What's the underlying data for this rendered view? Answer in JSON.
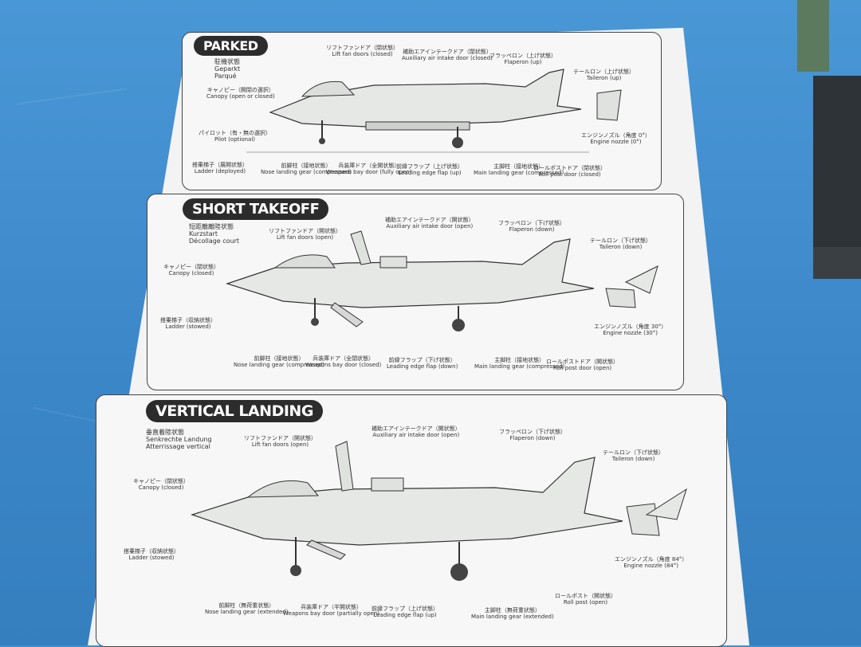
{
  "panels": [
    {
      "title": "PARKED",
      "sub": [
        "駐機状態",
        "Geparkt",
        "Parqué"
      ],
      "labels": [
        {
          "jp": "リフトファンドア（閉状態）",
          "en": "Lift fan doors (closed)"
        },
        {
          "jp": "補助エアインテークドア（閉状態）",
          "en": "Auxiliary air intake door (closed)"
        },
        {
          "jp": "フラッペロン（上げ状態）",
          "en": "Flaperon (up)"
        },
        {
          "jp": "テールロン（上げ状態）",
          "en": "Taileron (up)"
        },
        {
          "jp": "キャノピー（開閉の選択）",
          "en": "Canopy (open or closed)"
        },
        {
          "jp": "パイロット（有・無の選択）",
          "en": "Pilot (optional)"
        },
        {
          "jp": "エンジンノズル（角度 0°）",
          "en": "Engine nozzle (0°)"
        },
        {
          "jp": "搭乗梯子（展開状態）",
          "en": "Ladder (deployed)"
        },
        {
          "jp": "前脚柱（接地状態）",
          "en": "Nose landing gear (compressed)"
        },
        {
          "jp": "兵装庫ドア（全開状態）",
          "en": "Weapons bay door (fully open)"
        },
        {
          "jp": "前縁フラップ（上げ状態）",
          "en": "Leading edge flap (up)"
        },
        {
          "jp": "主脚柱（接地状態）",
          "en": "Main landing gear (compressed)"
        },
        {
          "jp": "ロールポストドア（閉状態）",
          "en": "Roll post door (closed)"
        }
      ]
    },
    {
      "title": "SHORT TAKEOFF",
      "sub": [
        "短距離離陸状態",
        "Kurzstart",
        "Décollage court"
      ],
      "labels": [
        {
          "jp": "リフトファンドア（開状態）",
          "en": "Lift fan doors (open)"
        },
        {
          "jp": "補助エアインテークドア（開状態）",
          "en": "Auxiliary air intake door (open)"
        },
        {
          "jp": "フラッペロン（下げ状態）",
          "en": "Flaperon (down)"
        },
        {
          "jp": "テールロン（下げ状態）",
          "en": "Taileron (down)"
        },
        {
          "jp": "キャノピー（閉状態）",
          "en": "Canopy (closed)"
        },
        {
          "jp": "搭乗梯子（収納状態）",
          "en": "Ladder (stowed)"
        },
        {
          "jp": "エンジンノズル（角度 30°）",
          "en": "Engine nozzle (30°)"
        },
        {
          "jp": "前脚柱（接地状態）",
          "en": "Nose landing gear (compressed)"
        },
        {
          "jp": "兵装庫ドア（全閉状態）",
          "en": "Weapons bay door (closed)"
        },
        {
          "jp": "前縁フラップ（下げ状態）",
          "en": "Leading edge flap (down)"
        },
        {
          "jp": "主脚柱（接地状態）",
          "en": "Main landing gear (compressed)"
        },
        {
          "jp": "ロールポストドア（開状態）",
          "en": "Roll post door (open)"
        }
      ]
    },
    {
      "title": "VERTICAL LANDING",
      "sub": [
        "垂直着陸状態",
        "Senkrechte Landung",
        "Atterrissage vertical"
      ],
      "labels": [
        {
          "jp": "リフトファンドア（開状態）",
          "en": "Lift fan doors (open)"
        },
        {
          "jp": "補助エアインテークドア（開状態）",
          "en": "Auxiliary air intake door (open)"
        },
        {
          "jp": "フラッペロン（下げ状態）",
          "en": "Flaperon (down)"
        },
        {
          "jp": "テールロン（下げ状態）",
          "en": "Taileron (down)"
        },
        {
          "jp": "キャノピー（閉状態）",
          "en": "Canopy (closed)"
        },
        {
          "jp": "搭乗梯子（収納状態）",
          "en": "Ladder (stowed)"
        },
        {
          "jp": "エンジンノズル（角度 84°）",
          "en": "Engine nozzle (84°)"
        },
        {
          "jp": "前脚柱（無荷重状態）",
          "en": "Nose landing gear (extended)"
        },
        {
          "jp": "兵装庫ドア（半開状態）",
          "en": "Weapons bay door (partially open)"
        },
        {
          "jp": "前縁フラップ（上げ状態）",
          "en": "Leading edge flap (up)"
        },
        {
          "jp": "主脚柱（無荷重状態）",
          "en": "Main landing gear (extended)"
        },
        {
          "jp": "ロールポスト（開状態）",
          "en": "Roll post (open)"
        }
      ]
    }
  ]
}
